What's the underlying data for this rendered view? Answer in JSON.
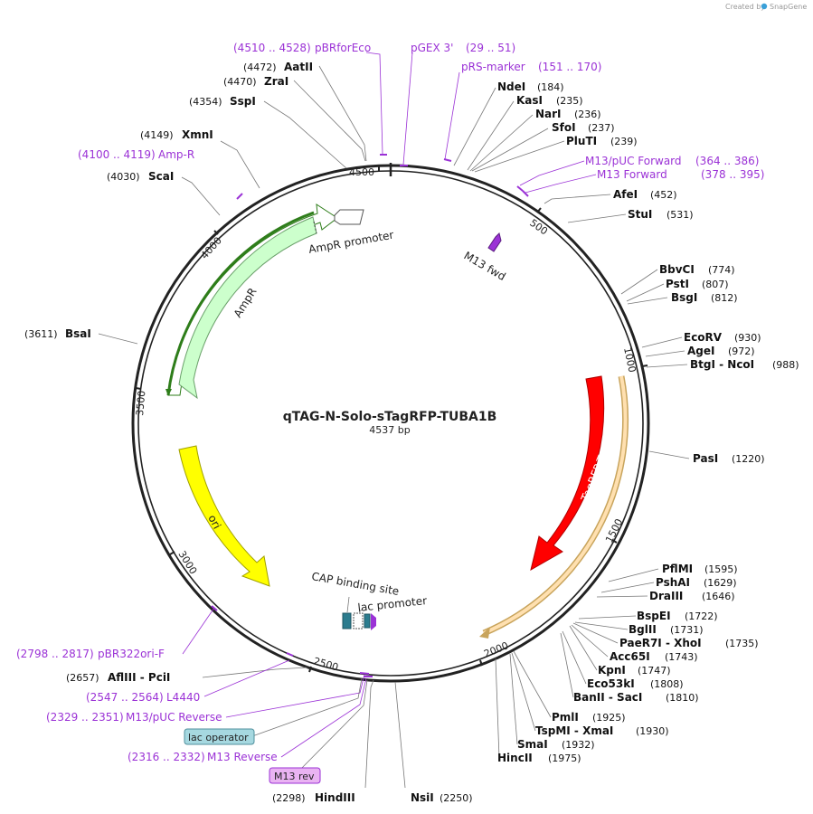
{
  "watermark": {
    "prefix": "Created by",
    "brand": "SnapGene"
  },
  "map": {
    "name": "qTAG-N-Solo-sTagRFP-TUBA1B",
    "length_label": "4537 bp",
    "ticks": [
      "500",
      "1000",
      "1500",
      "2000",
      "2500",
      "3000",
      "3500",
      "4000",
      "4500"
    ]
  },
  "enzymes": [
    {
      "name": "AatII",
      "pos": "(4472)"
    },
    {
      "name": "ZraI",
      "pos": "(4470)"
    },
    {
      "name": "SspI",
      "pos": "(4354)"
    },
    {
      "name": "XmnI",
      "pos": "(4149)"
    },
    {
      "name": "ScaI",
      "pos": "(4030)"
    },
    {
      "name": "BsaI",
      "pos": "(3611)"
    },
    {
      "name": "NdeI",
      "pos": "(184)"
    },
    {
      "name": "KasI",
      "pos": "(235)"
    },
    {
      "name": "NarI",
      "pos": "(236)"
    },
    {
      "name": "SfoI",
      "pos": "(237)"
    },
    {
      "name": "PluTI",
      "pos": "(239)"
    },
    {
      "name": "AfeI",
      "pos": "(452)"
    },
    {
      "name": "StuI",
      "pos": "(531)"
    },
    {
      "name": "BbvCI",
      "pos": "(774)"
    },
    {
      "name": "PstI",
      "pos": "(807)"
    },
    {
      "name": "BsgI",
      "pos": "(812)"
    },
    {
      "name": "EcoRV",
      "pos": "(930)"
    },
    {
      "name": "AgeI",
      "pos": "(972)"
    },
    {
      "name": "BtgI - NcoI",
      "pos": "(988)"
    },
    {
      "name": "PasI",
      "pos": "(1220)"
    },
    {
      "name": "PflMI",
      "pos": "(1595)"
    },
    {
      "name": "PshAI",
      "pos": "(1629)"
    },
    {
      "name": "DraIII",
      "pos": "(1646)"
    },
    {
      "name": "BspEI",
      "pos": "(1722)"
    },
    {
      "name": "BglII",
      "pos": "(1731)"
    },
    {
      "name": "PaeR7I - XhoI",
      "pos": "(1735)"
    },
    {
      "name": "Acc65I",
      "pos": "(1743)"
    },
    {
      "name": "KpnI",
      "pos": "(1747)"
    },
    {
      "name": "Eco53kI",
      "pos": "(1808)"
    },
    {
      "name": "BanII - SacI",
      "pos": "(1810)"
    },
    {
      "name": "PmlI",
      "pos": "(1925)"
    },
    {
      "name": "TspMI - XmaI",
      "pos": "(1930)"
    },
    {
      "name": "SmaI",
      "pos": "(1932)"
    },
    {
      "name": "HincII",
      "pos": "(1975)"
    },
    {
      "name": "AflIII - PciI",
      "pos": "(2657)"
    },
    {
      "name": "HindIII",
      "pos": "(2298)"
    },
    {
      "name": "NsiI",
      "pos": "(2250)"
    }
  ],
  "primers": [
    {
      "name": "pBRforEco",
      "range": "(4510 .. 4528)"
    },
    {
      "name": "pGEX 3'",
      "range": "(29 .. 51)"
    },
    {
      "name": "pRS-marker",
      "range": "(151 .. 170)"
    },
    {
      "name": "M13/pUC Forward",
      "range": "(364 .. 386)"
    },
    {
      "name": "M13 Forward",
      "range": "(378 .. 395)"
    },
    {
      "name": "Amp-R",
      "range": "(4100 .. 4119)"
    },
    {
      "name": "pBR322ori-F",
      "range": "(2798 .. 2817)"
    },
    {
      "name": "L4440",
      "range": "(2547 .. 2564)"
    },
    {
      "name": "M13/pUC Reverse",
      "range": "(2329 .. 2351)"
    },
    {
      "name": "M13 Reverse",
      "range": "(2316 .. 2332)"
    }
  ],
  "features": {
    "ampr_promoter": "AmpR promoter",
    "ampr": "AmpR",
    "ori": "ori",
    "tagrfp": "TagRFP-T",
    "m13_fwd": "M13 fwd",
    "cap_site": "CAP binding site",
    "lac_promoter": "lac promoter",
    "lac_operator": "lac operator",
    "m13_rev": "M13 rev"
  },
  "colors": {
    "backbone": "#222222",
    "primer": "#9b32d6",
    "ampr_fill": "#ccffcc",
    "ampr_line": "#2e7d1a",
    "ori_fill": "#ffff00",
    "tagrfp_fill": "#ff0000",
    "orf_fill": "#ffe0b0",
    "lac_operator_box": "#a6d8e0",
    "m13_rev_box": "#e9b3f2"
  }
}
